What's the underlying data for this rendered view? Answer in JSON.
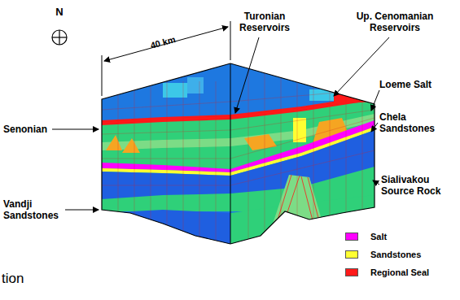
{
  "diagram": {
    "labels": [
      "N",
      "40 km",
      "Turonian Reservoirs",
      "Up. Cenomanian Reservoirs",
      "Loeme Salt",
      "Chela Sandstones",
      "Senonian",
      "Sialivakou Source Rock",
      "Vandji Sandstones",
      "tion"
    ],
    "legend": [
      {
        "text": "Salt",
        "color": "#ff00ff"
      },
      {
        "text": "Sandstones",
        "color": "#ffff33"
      },
      {
        "text": "Regional Seal",
        "color": "#ff1a1a"
      }
    ]
  }
}
